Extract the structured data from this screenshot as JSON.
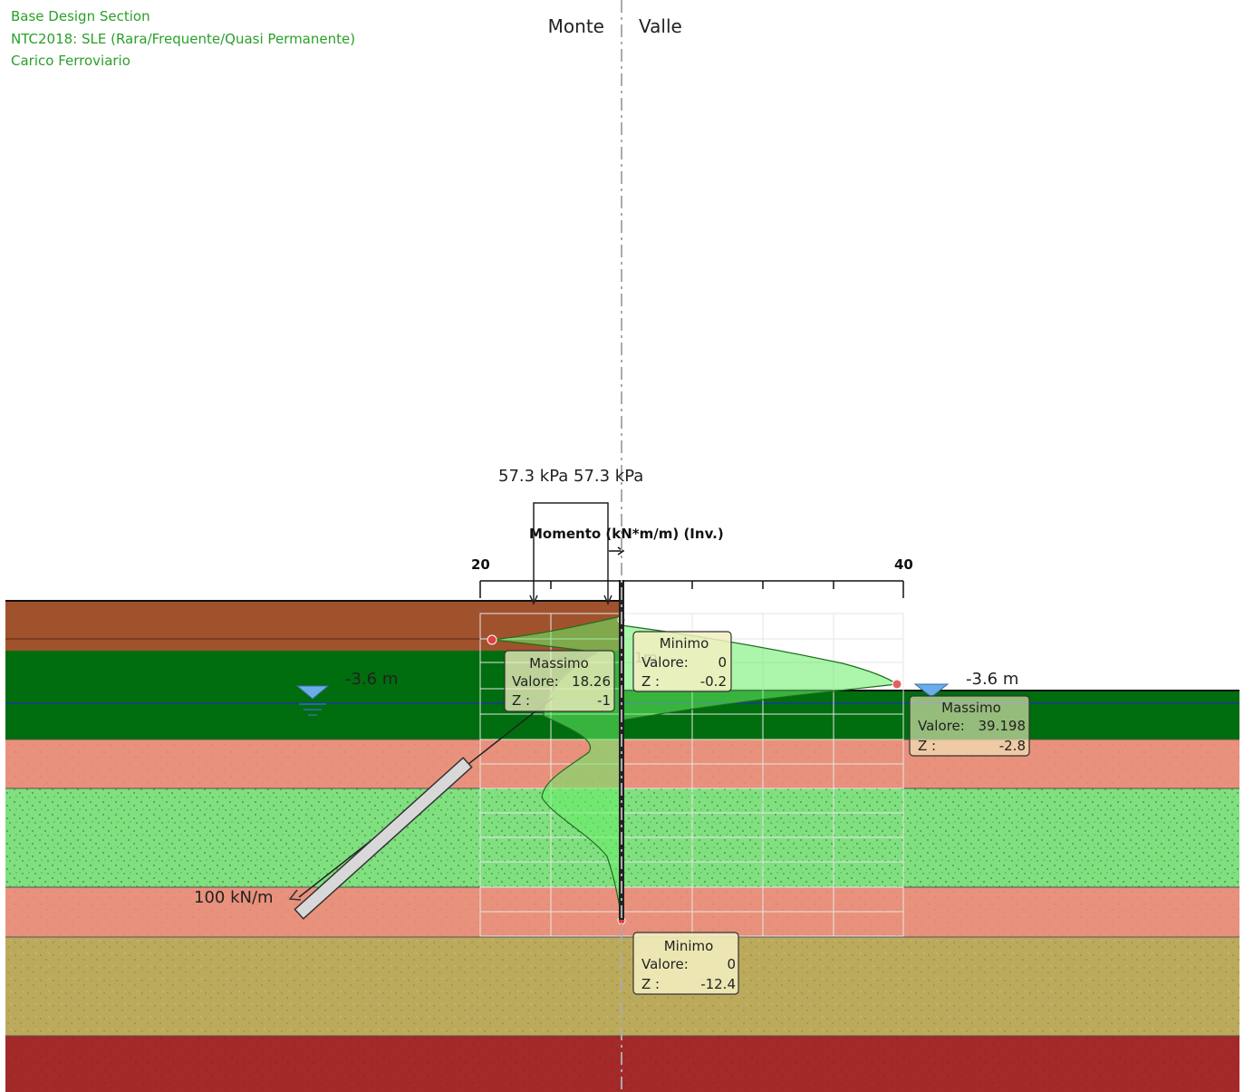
{
  "header": {
    "line1": "Base Design Section",
    "line2": "NTC2018: SLE (Rara/Frequente/Quasi Permanente)",
    "line3": "Carico Ferroviario"
  },
  "sides": {
    "left": "Monte",
    "right": "Valle"
  },
  "surcharge": {
    "left_value": "57.3 kPa",
    "right_value": "57.3 kPa"
  },
  "axis": {
    "title": "Momento (kN*m/m) (Inv.)",
    "tick_left": "20",
    "tick_right": "40"
  },
  "water": {
    "left_level": "-3.6 m",
    "right_level": "-3.6 m"
  },
  "anchor": {
    "load": "100 kN/m"
  },
  "marker": {
    "label": "1m"
  },
  "tooltips": {
    "max_left": {
      "title": "Massimo",
      "valore_label": "Valore:",
      "valore": "18.26",
      "z_label": "Z :",
      "z": "-1"
    },
    "min_top": {
      "title": "Minimo",
      "valore_label": "Valore:",
      "valore": "0",
      "z_label": "Z :",
      "z": "-0.2"
    },
    "max_right": {
      "title": "Massimo",
      "valore_label": "Valore:",
      "valore": "39.198",
      "z_label": "Z :",
      "z": "-2.8"
    },
    "min_bottom": {
      "title": "Minimo",
      "valore_label": "Valore:",
      "valore": "0",
      "z_label": "Z :",
      "z": "-12.4"
    }
  },
  "colors": {
    "topsoil": "#a0522d",
    "dark_green": "#006d0e",
    "salmon": "#e8907a",
    "light_green": "#7ee07e",
    "olive": "#b8a85a",
    "red_clay": "#a52a2a",
    "diagram_fill": "#66ee66",
    "header_text": "#2aa02a"
  }
}
